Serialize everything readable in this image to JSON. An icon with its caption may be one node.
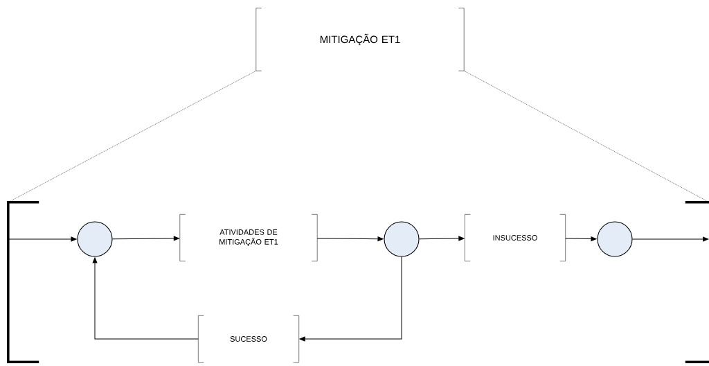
{
  "diagram": {
    "nodes": [
      {
        "text": [
          "MITIGAÇÃO ET1"
        ]
      },
      {
        "text": [],
        "shape": "circle"
      },
      {
        "text": [
          "ATIVIDADES DE MITIGAÇÃO ET1"
        ]
      },
      {
        "text": [],
        "shape": "circle"
      },
      {
        "text": [
          "INSUCESSO"
        ]
      },
      {
        "text": [],
        "shape": "circle"
      },
      {
        "text": [
          "SUCESSO"
        ]
      },
      {
        "text": [],
        "shape": "bracket"
      },
      {
        "text": [],
        "shape": "bracket"
      }
    ],
    "edges": [
      {
        "from": 7,
        "to": 1,
        "arrow": "to"
      },
      {
        "from": 1,
        "to": 2,
        "arrow": "to"
      },
      {
        "from": 2,
        "to": 3,
        "arrow": "to"
      },
      {
        "from": 3,
        "to": 4,
        "arrow": "to"
      },
      {
        "from": 4,
        "to": 5,
        "arrow": "to"
      },
      {
        "from": 5,
        "to": 8,
        "arrow": "to"
      },
      {
        "from": 3,
        "to": 6,
        "arrow": "to"
      },
      {
        "from": 6,
        "to": 1,
        "arrow": "to"
      },
      {
        "from": 0,
        "to": 7,
        "arrow": "none",
        "style": "dashed"
      },
      {
        "from": 0,
        "to": 8,
        "arrow": "none",
        "style": "dashed"
      }
    ]
  }
}
